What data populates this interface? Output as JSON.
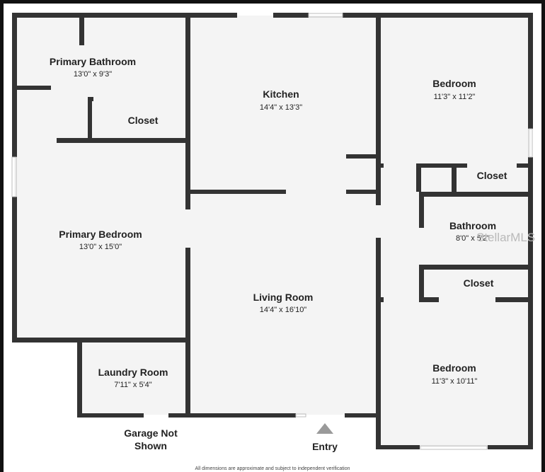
{
  "rooms": {
    "primary_bathroom": {
      "name": "Primary Bathroom",
      "dims": "13'0\" x 9'3\""
    },
    "primary_closet": {
      "name": "Closet"
    },
    "kitchen": {
      "name": "Kitchen",
      "dims": "14'4\" x 13'3\""
    },
    "bedroom_top": {
      "name": "Bedroom",
      "dims": "11'3\" x 11'2\""
    },
    "hall_closet": {
      "name": "Closet"
    },
    "primary_bedroom": {
      "name": "Primary Bedroom",
      "dims": "13'0\" x 15'0\""
    },
    "bathroom": {
      "name": "Bathroom",
      "dims": "8'0\" x 5'2\""
    },
    "closet_mid": {
      "name": "Closet"
    },
    "living_room": {
      "name": "Living Room",
      "dims": "14'4\" x 16'10\""
    },
    "laundry_room": {
      "name": "Laundry Room",
      "dims": "7'11\" x 5'4\""
    },
    "bedroom_bottom": {
      "name": "Bedroom",
      "dims": "11'3\" x 10'11\""
    }
  },
  "labels": {
    "garage_line1": "Garage Not",
    "garage_line2": "Shown",
    "entry": "Entry",
    "watermark": "StellarMLS",
    "footnote": "All dimensions are approximate and subject to independent verification"
  },
  "colors": {
    "wall": "#333333",
    "floor": "#f4f4f4",
    "frame": "#111111",
    "entry_marker": "#9a9a9a"
  }
}
